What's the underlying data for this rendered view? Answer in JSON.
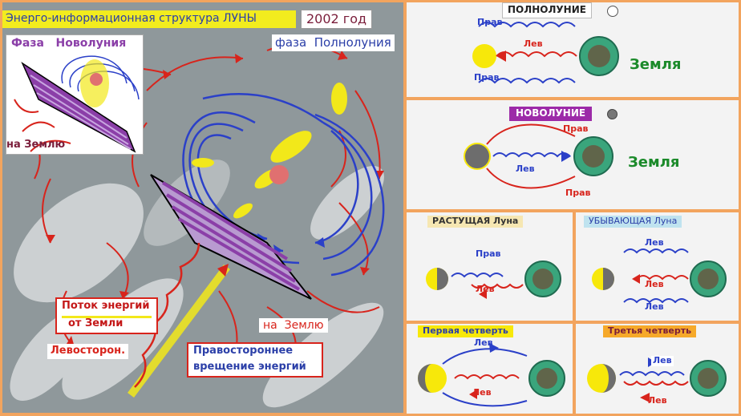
{
  "left_panel": {
    "title": "Энерго-информационная структура ЛУНЫ",
    "year": "2002 год",
    "new_moon_phase": "Фаза   Новолуния",
    "full_moon_phase": "фаза  Полнолуния",
    "to_earth_inset": "на Землю",
    "energy_flow_line1": "Поток энергий",
    "energy_flow_line2": "от Земли",
    "left_rotation": "Левосторон.",
    "right_rotation_line1": "Правостороннее",
    "right_rotation_line2": "врещение энергий",
    "to_earth_main": "на  Землю"
  },
  "right_panel": {
    "full_moon": {
      "title": "ПОЛНОЛУНИЕ",
      "right_top": "Прав",
      "left": "Лев",
      "right_bottom": "Прав",
      "earth": "Земля"
    },
    "new_moon": {
      "title": "НОВОЛУНИЕ",
      "right_top": "Прав",
      "left": "Лев",
      "right_bottom": "Прав",
      "earth": "Земля"
    },
    "waxing": {
      "title": "РАСТУЩАЯ Луна",
      "right": "Прав",
      "left": "Лев"
    },
    "waning": {
      "title": "УБЫВАЮЩАЯ Луна",
      "left_top": "Лев",
      "left_mid": "Лев",
      "left_bottom": "Лев"
    },
    "first_quarter": {
      "title": "Первая четверть",
      "left_top": "Лев",
      "left_bottom": "Лев"
    },
    "third_quarter": {
      "title": "Третья четверть",
      "left_top": "Лев",
      "left_bottom": "Лев"
    }
  },
  "colors": {
    "left_background": "#8f989b",
    "frame": "#f2a45e",
    "earth": "#3aa57c",
    "moon": "#f7e80a",
    "right_flow": "#2b40c8",
    "left_flow": "#d8241c",
    "plate": "#8b3fa8",
    "earth_label": "#1b8a2a"
  }
}
